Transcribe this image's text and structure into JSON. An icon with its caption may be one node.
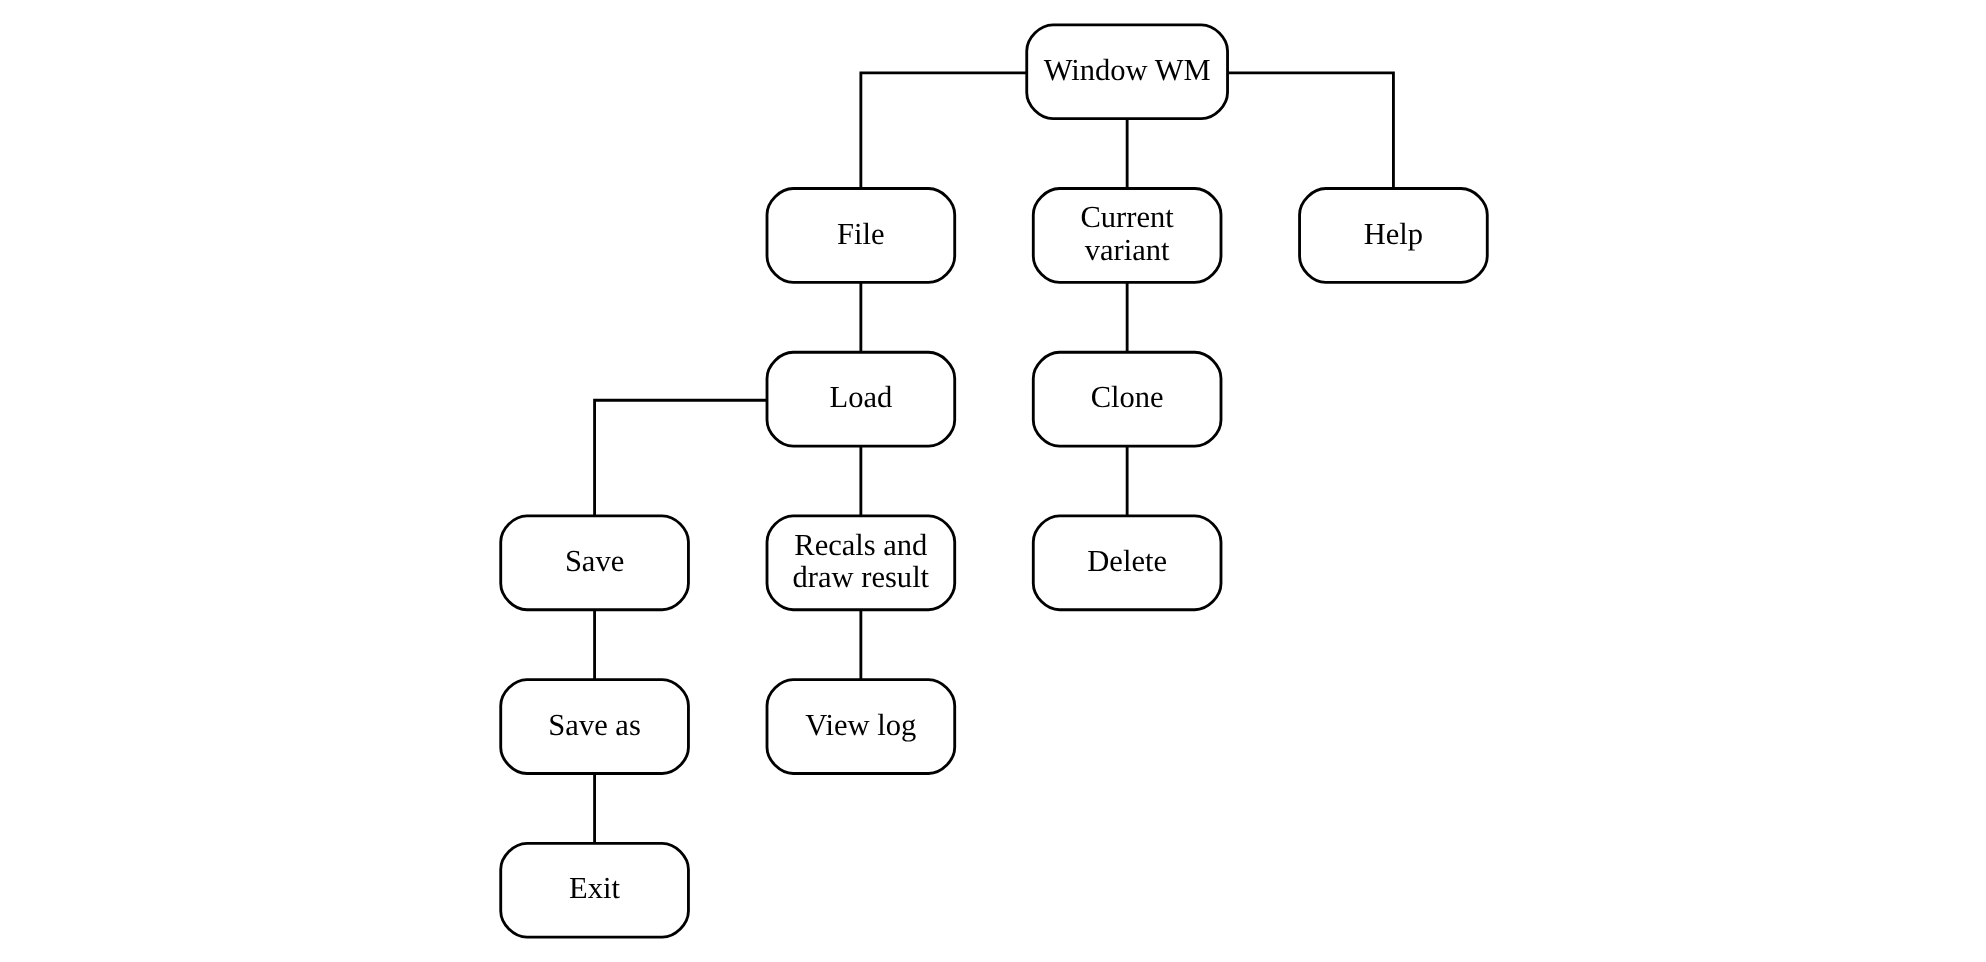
{
  "diagram": {
    "nodes": [
      {
        "text": [
          "Window WM"
        ]
      },
      {
        "text": [
          "File"
        ]
      },
      {
        "text": [
          "Current variant"
        ]
      },
      {
        "text": [
          "Help"
        ]
      },
      {
        "text": [
          "Load"
        ]
      },
      {
        "text": [
          "Clone"
        ]
      },
      {
        "text": [
          "Save"
        ]
      },
      {
        "text": [
          "Recals and draw result"
        ]
      },
      {
        "text": [
          "Delete"
        ]
      },
      {
        "text": [
          "Save as"
        ]
      },
      {
        "text": [
          "View log"
        ]
      },
      {
        "text": [
          "Exit"
        ]
      }
    ],
    "edges": [
      {
        "from": 0,
        "to": 1,
        "arrow": "none"
      },
      {
        "from": 0,
        "to": 2,
        "arrow": "none"
      },
      {
        "from": 0,
        "to": 3,
        "arrow": "none"
      },
      {
        "from": 1,
        "to": 4,
        "arrow": "none"
      },
      {
        "from": 2,
        "to": 5,
        "arrow": "none"
      },
      {
        "from": 4,
        "to": 6,
        "arrow": "none"
      },
      {
        "from": 4,
        "to": 7,
        "arrow": "none"
      },
      {
        "from": 5,
        "to": 8,
        "arrow": "none"
      },
      {
        "from": 6,
        "to": 9,
        "arrow": "none"
      },
      {
        "from": 7,
        "to": 10,
        "arrow": "none"
      },
      {
        "from": 9,
        "to": 11,
        "arrow": "none"
      }
    ]
  }
}
